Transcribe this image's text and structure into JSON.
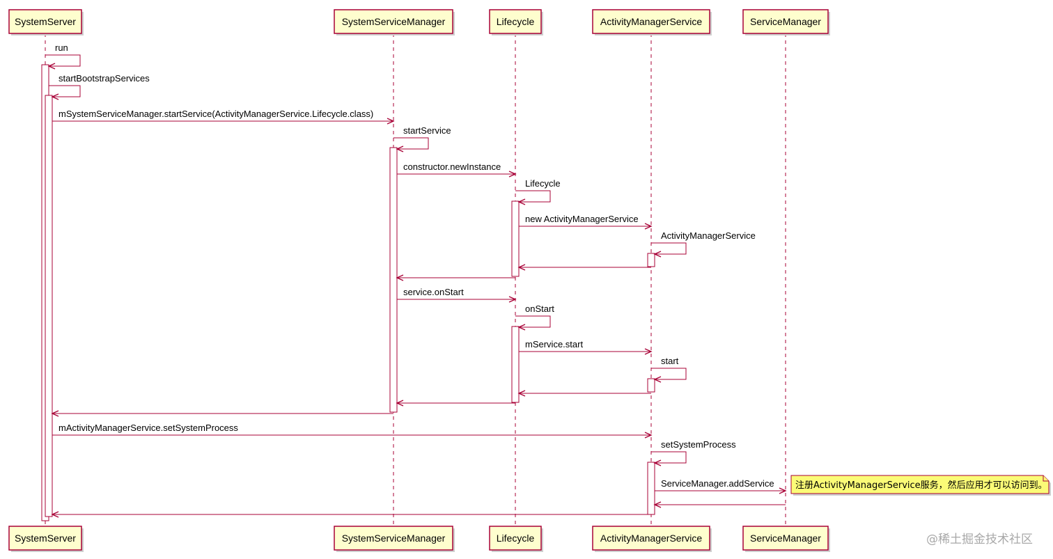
{
  "participants": [
    {
      "id": "SystemServer",
      "label": "SystemServer"
    },
    {
      "id": "SystemServiceManager",
      "label": "SystemServiceManager"
    },
    {
      "id": "Lifecycle",
      "label": "Lifecycle"
    },
    {
      "id": "ActivityManagerService",
      "label": "ActivityManagerService"
    },
    {
      "id": "ServiceManager",
      "label": "ServiceManager"
    }
  ],
  "messages": [
    {
      "from": "SystemServer",
      "to": "SystemServer",
      "label": "run"
    },
    {
      "from": "SystemServer",
      "to": "SystemServer",
      "label": "startBootstrapServices"
    },
    {
      "from": "SystemServer",
      "to": "SystemServiceManager",
      "label": "mSystemServiceManager.startService(ActivityManagerService.Lifecycle.class)"
    },
    {
      "from": "SystemServiceManager",
      "to": "SystemServiceManager",
      "label": "startService"
    },
    {
      "from": "SystemServiceManager",
      "to": "Lifecycle",
      "label": "constructor.newInstance"
    },
    {
      "from": "Lifecycle",
      "to": "Lifecycle",
      "label": "Lifecycle"
    },
    {
      "from": "Lifecycle",
      "to": "ActivityManagerService",
      "label": "new ActivityManagerService"
    },
    {
      "from": "ActivityManagerService",
      "to": "ActivityManagerService",
      "label": "ActivityManagerService"
    },
    {
      "from": "ActivityManagerService",
      "to": "Lifecycle",
      "label": ""
    },
    {
      "from": "Lifecycle",
      "to": "SystemServiceManager",
      "label": ""
    },
    {
      "from": "SystemServiceManager",
      "to": "Lifecycle",
      "label": "service.onStart"
    },
    {
      "from": "Lifecycle",
      "to": "Lifecycle",
      "label": "onStart"
    },
    {
      "from": "Lifecycle",
      "to": "ActivityManagerService",
      "label": "mService.start"
    },
    {
      "from": "ActivityManagerService",
      "to": "ActivityManagerService",
      "label": "start"
    },
    {
      "from": "ActivityManagerService",
      "to": "Lifecycle",
      "label": ""
    },
    {
      "from": "Lifecycle",
      "to": "SystemServiceManager",
      "label": ""
    },
    {
      "from": "SystemServiceManager",
      "to": "SystemServer",
      "label": ""
    },
    {
      "from": "SystemServer",
      "to": "ActivityManagerService",
      "label": "mActivityManagerService.setSystemProcess"
    },
    {
      "from": "ActivityManagerService",
      "to": "ActivityManagerService",
      "label": "setSystemProcess"
    },
    {
      "from": "ActivityManagerService",
      "to": "ServiceManager",
      "label": "ServiceManager.addService"
    },
    {
      "from": "ServiceManager",
      "to": "ActivityManagerService",
      "label": ""
    },
    {
      "from": "ActivityManagerService",
      "to": "SystemServer",
      "label": ""
    }
  ],
  "note": {
    "attached_to": "ServiceManager",
    "text": "注册ActivityManagerService服务，然后应用才可以访问到。"
  },
  "watermark": "@稀土掘金技术社区",
  "colors": {
    "border": "#A80036",
    "participant_fill": "#FEFECE",
    "note_fill": "#FBFB77"
  }
}
